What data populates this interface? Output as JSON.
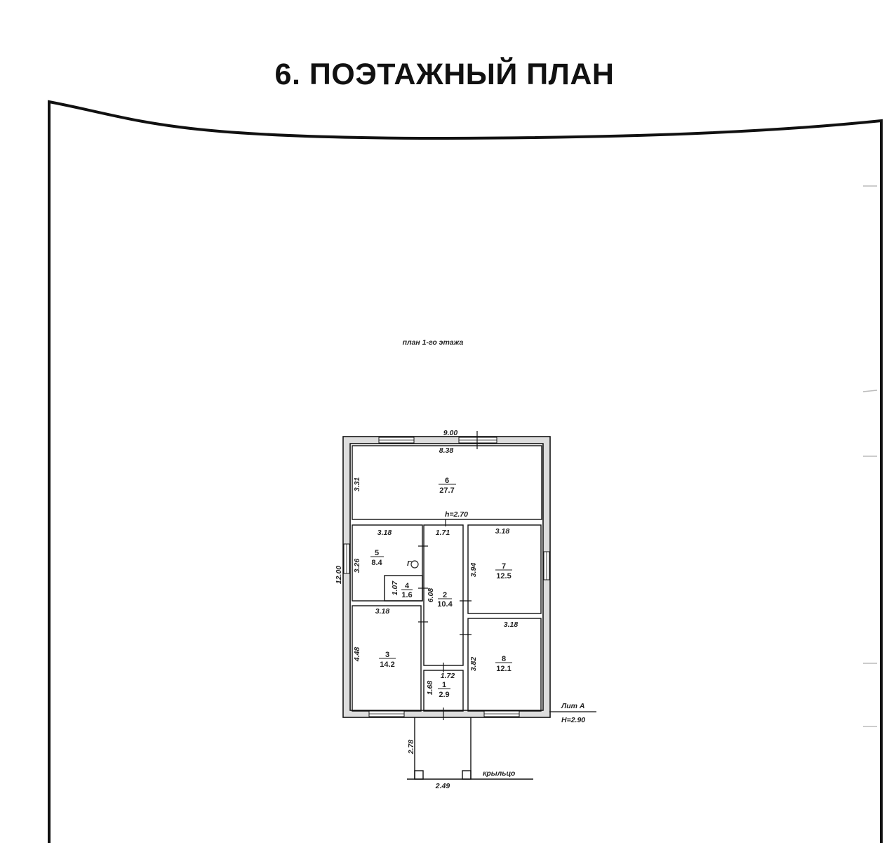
{
  "title": "6. ПОЭТАЖНЫЙ ПЛАН",
  "plan": {
    "subtitle": "план 1-го этажа",
    "building_label": "Лит А",
    "building_height": "H=2.90",
    "ceiling_height": "h=2.70",
    "porch_label": "крыльцо",
    "gas_marker": "Г",
    "overall_dims": {
      "width_outer": "9.00",
      "width_inner": "8.38",
      "length": "12.00"
    },
    "rooms": [
      {
        "number": "6",
        "area": "27.7",
        "dim_width": "",
        "dim_height": "3.31"
      },
      {
        "number": "5",
        "area": "8.4",
        "dim_width": "3.18",
        "dim_height": "3.26"
      },
      {
        "number": "4",
        "area": "1.6",
        "dim_width": "",
        "dim_height": "1.07"
      },
      {
        "number": "2",
        "area": "10.4",
        "dim_width": "1.71",
        "dim_height": "6.08"
      },
      {
        "number": "7",
        "area": "12.5",
        "dim_width": "3.18",
        "dim_height": "3.94"
      },
      {
        "number": "3",
        "area": "14.2",
        "dim_width": "3.18",
        "dim_height": "4.48"
      },
      {
        "number": "8",
        "area": "12.1",
        "dim_width": "3.18",
        "dim_height": "3.82"
      },
      {
        "number": "1",
        "area": "2.9",
        "dim_width": "1.72",
        "dim_height": "1.68"
      }
    ],
    "porch_dims": {
      "length": "2.78",
      "width": "2.49"
    }
  }
}
